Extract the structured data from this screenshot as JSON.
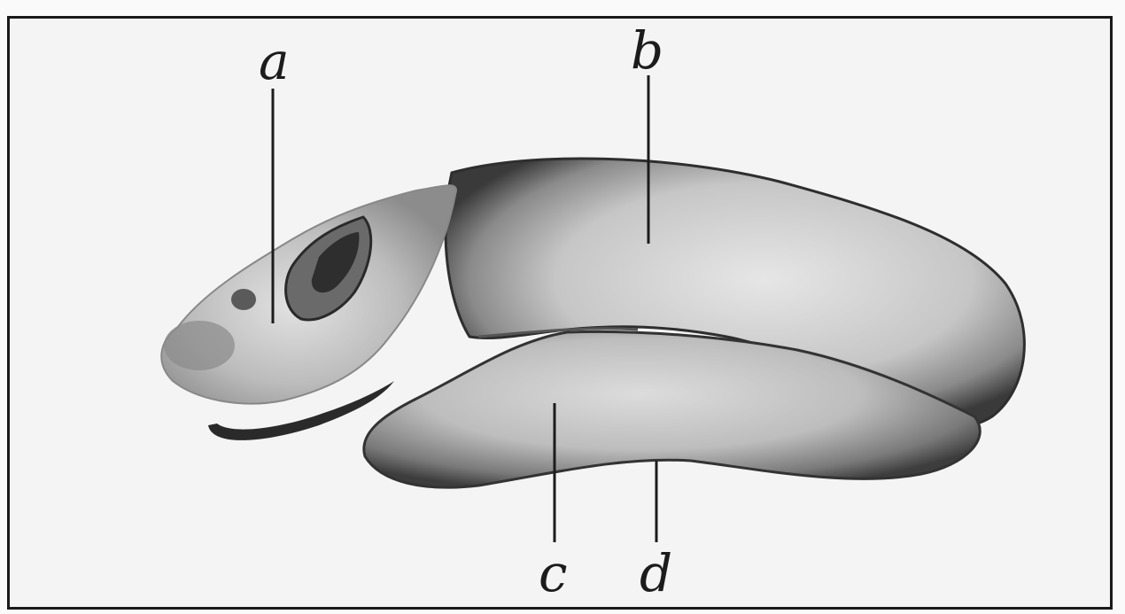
{
  "labels": {
    "a": "a",
    "b": "b",
    "c": "c",
    "d": "d"
  },
  "colors": {
    "ink": "#1c1c1c",
    "paper": "#f4f4f4",
    "tissue_shadow": "#5a5a5a",
    "tissue_light": "#d8d8d8"
  }
}
